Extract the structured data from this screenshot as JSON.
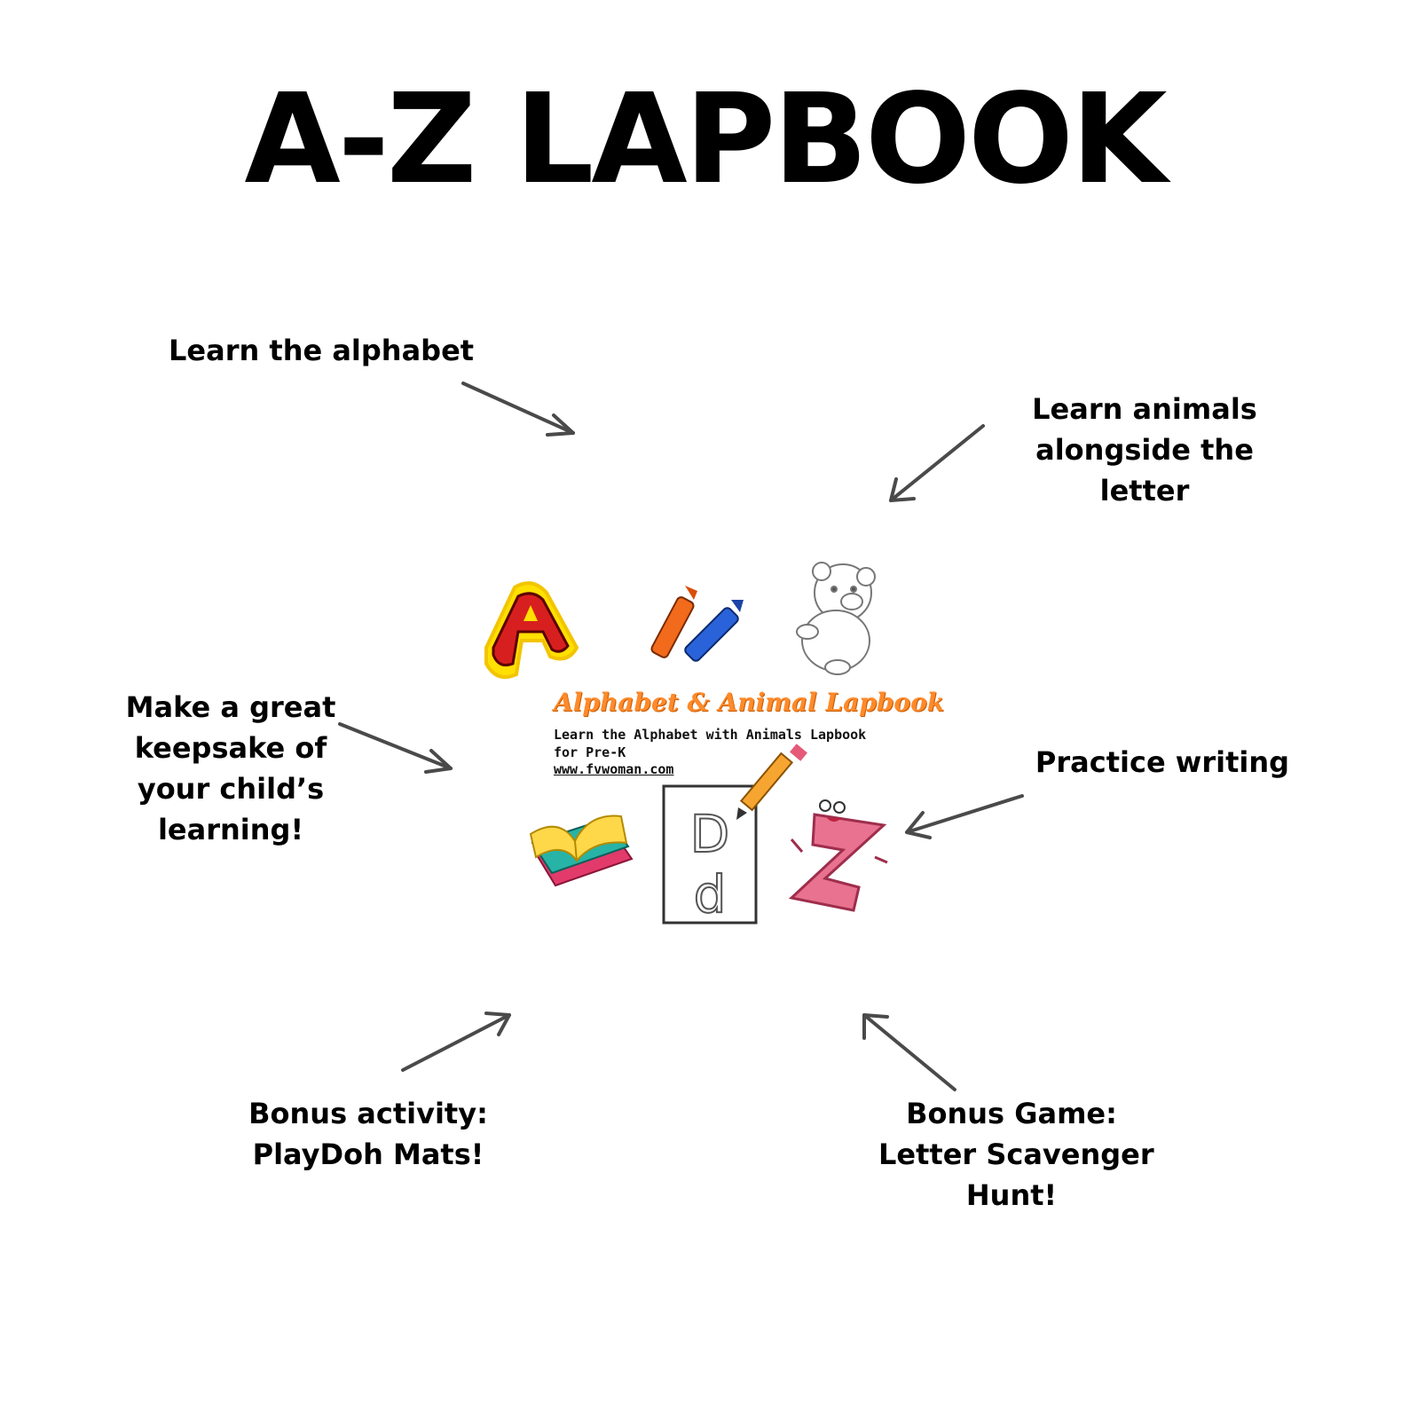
{
  "page": {
    "title": "A-Z LAPBOOK"
  },
  "callouts": {
    "alphabet": [
      "Learn the alphabet"
    ],
    "animals": [
      "Learn animals",
      "alongside the",
      "letter"
    ],
    "keepsake": [
      "Make a great",
      "keepsake of",
      "your child’s",
      "learning!"
    ],
    "writing": [
      "Practice writing"
    ],
    "playdoh": [
      "Bonus activity:",
      "PlayDoh Mats!"
    ],
    "scavenger": [
      "Bonus Game:",
      "Letter Scavenger",
      "Hunt!"
    ]
  },
  "cover": {
    "title": "Alphabet & Animal Lapbook",
    "subtitle": "Learn the Alphabet with Animals Lapbook for Pre-K",
    "url": "www.fvwoman.com",
    "letter_upper": "D",
    "letter_lower": "d",
    "icons": [
      "letter-a-icon",
      "crayons-icon",
      "bear-icon",
      "books-icon",
      "pencil-icon",
      "tracing-card-icon",
      "letter-z-character-icon"
    ]
  },
  "colors": {
    "arrow": "#4a4a4a",
    "cover_title": "#ff8a2a",
    "letter_a": "#d81f1f",
    "letter_z": "#e8728f"
  }
}
